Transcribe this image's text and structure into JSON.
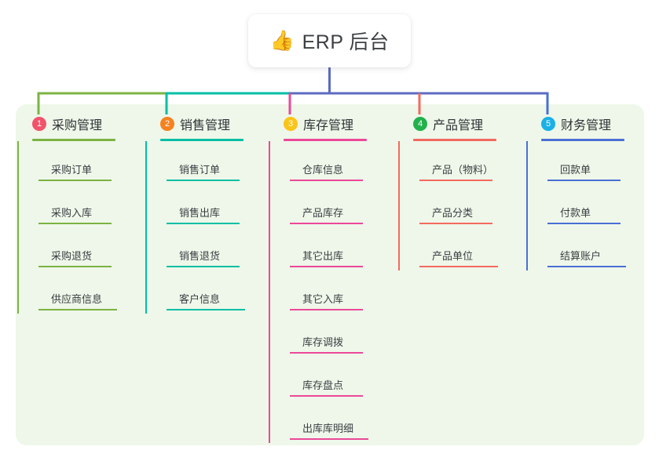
{
  "root": {
    "icon": "thumbs-up-icon",
    "emoji": "👍",
    "label": "ERP 后台"
  },
  "theme": {
    "panel_bg": "#eef7e9",
    "page_bg": "#ffffff",
    "root_text": "#3c4043",
    "bus_left": "#7cb342",
    "bus_mid": "#00bfa5",
    "bus_right": "#5c6bc0",
    "stem": "#5c6bc0"
  },
  "columns": [
    {
      "index": "1",
      "title": "采购管理",
      "badge_color": "#f2536a",
      "line_color": "#7cb342",
      "drop_color": "#7cb342",
      "items": [
        {
          "label": "采购订单"
        },
        {
          "label": "采购入库"
        },
        {
          "label": "采购退货"
        },
        {
          "label": "供应商信息"
        }
      ]
    },
    {
      "index": "2",
      "title": "销售管理",
      "badge_color": "#f58220",
      "line_color": "#00bfa5",
      "drop_color": "#00bfa5",
      "items": [
        {
          "label": "销售订单"
        },
        {
          "label": "销售出库"
        },
        {
          "label": "销售退货"
        },
        {
          "label": "客户信息"
        }
      ]
    },
    {
      "index": "3",
      "title": "库存管理",
      "badge_color": "#fcc419",
      "line_color": "#ec4899",
      "drop_color": "#ec4899",
      "items": [
        {
          "label": "仓库信息"
        },
        {
          "label": "产品库存"
        },
        {
          "label": "其它出库"
        },
        {
          "label": "其它入库"
        },
        {
          "label": "库存调拨"
        },
        {
          "label": "库存盘点"
        },
        {
          "label": "出库库明细"
        }
      ]
    },
    {
      "index": "4",
      "title": "产品管理",
      "badge_color": "#22b14c",
      "line_color": "#f4695f",
      "drop_color": "#f4695f",
      "items": [
        {
          "label": "产品（物料）"
        },
        {
          "label": "产品分类"
        },
        {
          "label": "产品单位"
        }
      ]
    },
    {
      "index": "5",
      "title": "财务管理",
      "badge_color": "#1ab0e8",
      "line_color": "#4a6fd4",
      "drop_color": "#4a6fd4",
      "items": [
        {
          "label": "回款单"
        },
        {
          "label": "付款单"
        },
        {
          "label": "结算账户"
        }
      ]
    }
  ]
}
